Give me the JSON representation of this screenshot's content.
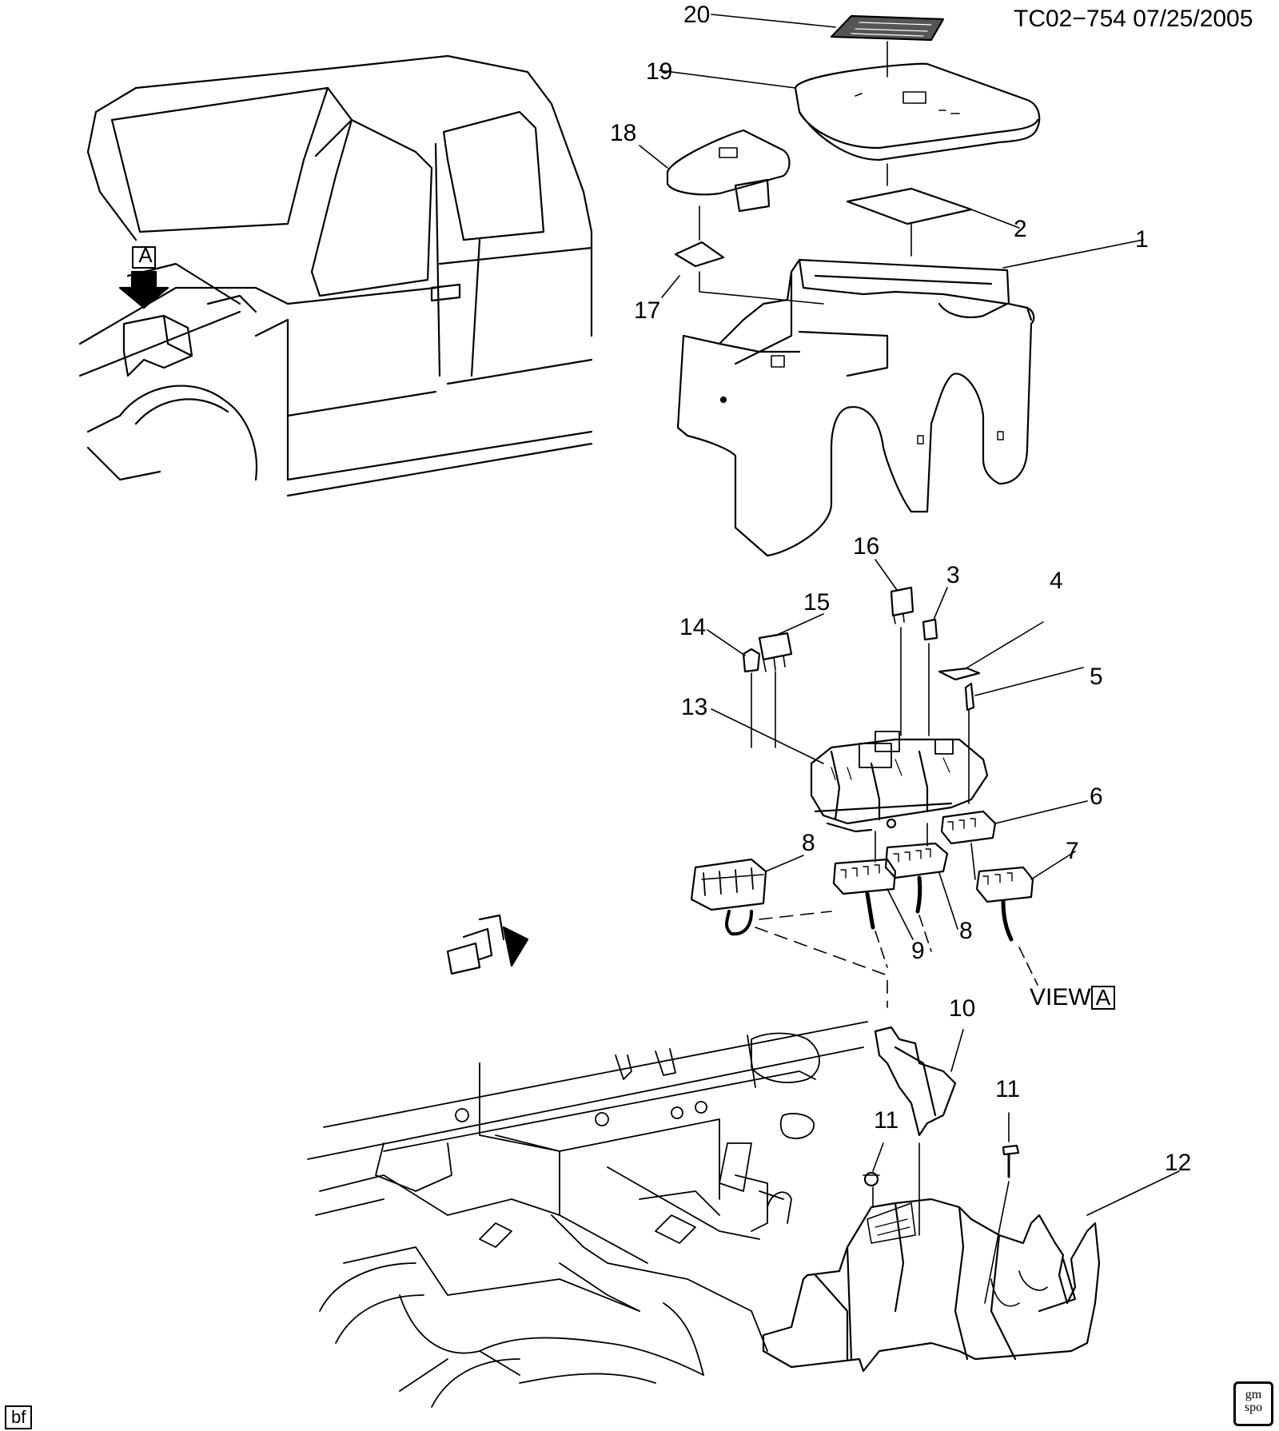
{
  "header": {
    "code": "TC02−754",
    "date": "07/25/2005"
  },
  "view_marker": "A",
  "view_label": {
    "word": "VIEW",
    "letter": "A"
  },
  "corner_badge": "bf",
  "gm_logo": {
    "line1": "gm",
    "line2": "spo"
  },
  "callouts": {
    "c1": "1",
    "c2": "2",
    "c3": "3",
    "c4": "4",
    "c5": "5",
    "c6": "6",
    "c7": "7",
    "c8a": "8",
    "c8b": "8",
    "c9": "9",
    "c10": "10",
    "c11a": "11",
    "c11b": "11",
    "c12": "12",
    "c13": "13",
    "c14": "14",
    "c15": "15",
    "c16": "16",
    "c17": "17",
    "c18": "18",
    "c19": "19",
    "c20": "20"
  }
}
